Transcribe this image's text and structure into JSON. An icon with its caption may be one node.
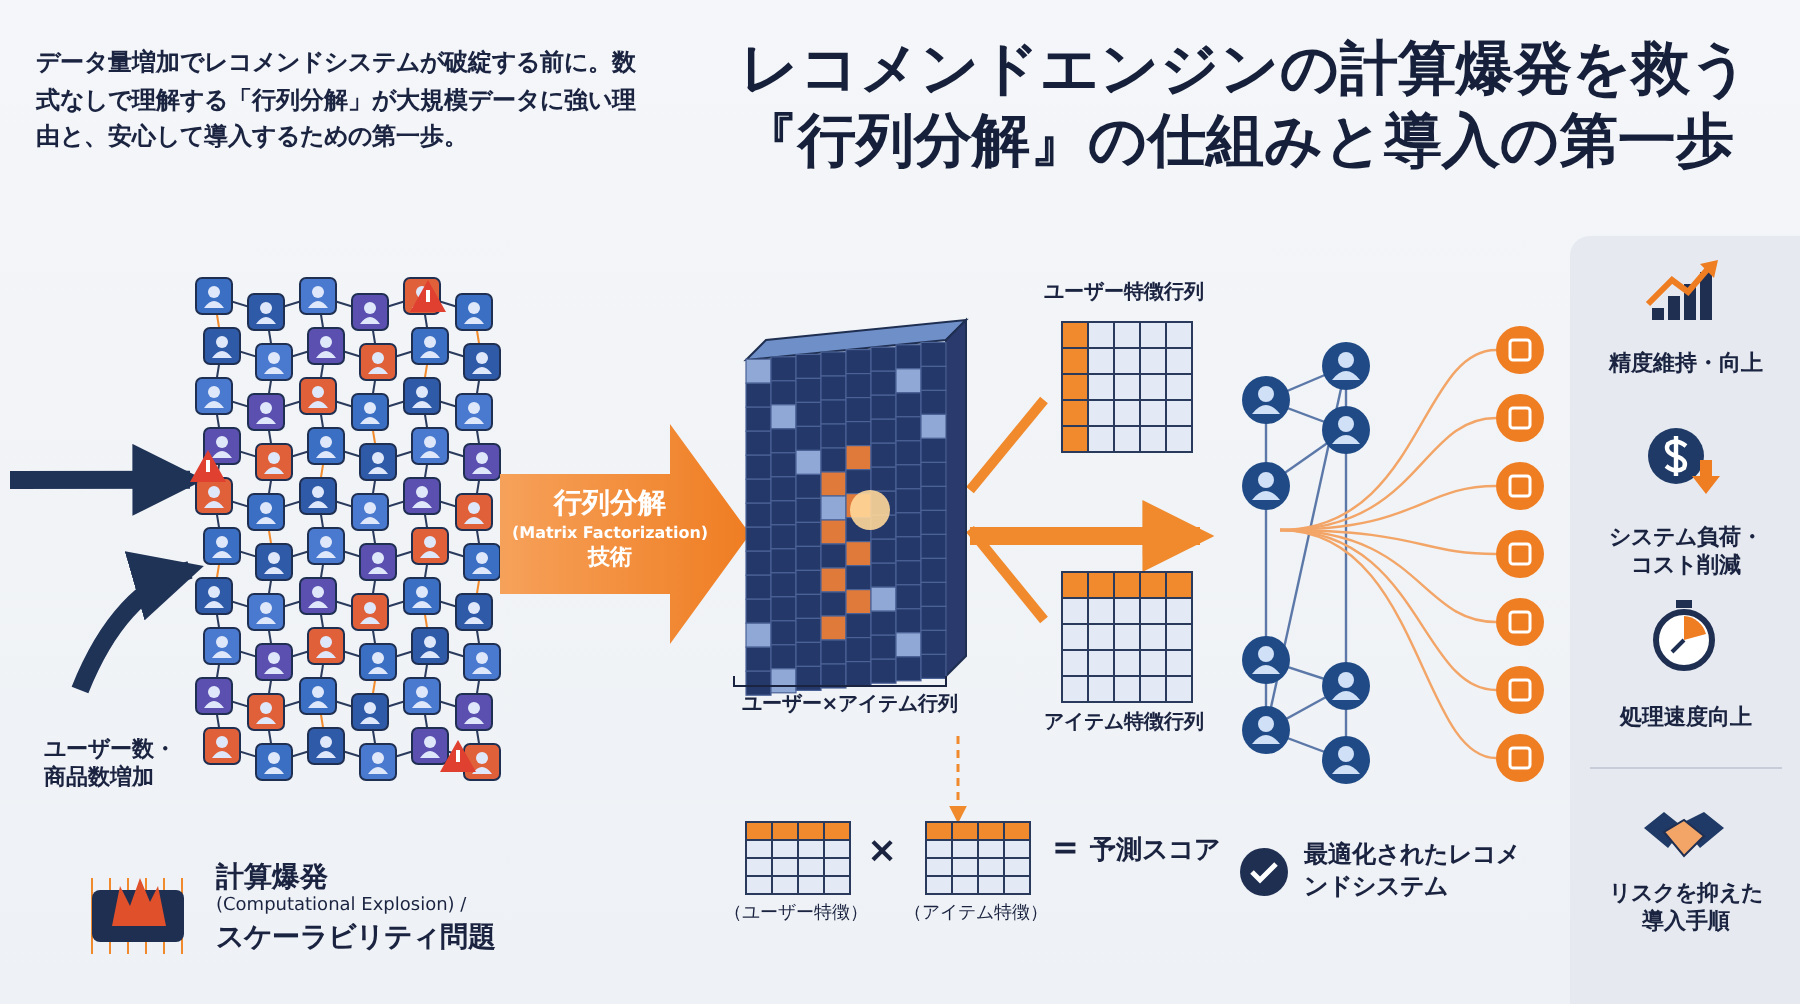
{
  "diagram": {
    "title": "レコメンドエンジンの計算爆発を救う『行列分解』の仕組みと導入の第一歩",
    "nodes": [
      {
        "text": [],
        "shape": "picture"
      },
      {
        "text": [
          "行列分解",
          "(Matrix Factorization)",
          "技術"
        ]
      },
      {
        "text": [
          "ユーザー×アイテム行列"
        ]
      },
      {
        "text": [
          "ユーザー特徴行列"
        ]
      },
      {
        "text": [
          "アイテム特徴行列"
        ]
      },
      {
        "text": [
          "（ユーザー特徴）"
        ]
      },
      {
        "text": [
          "（アイテム特徴）"
        ]
      },
      {
        "text": [],
        "shape": "picture"
      }
    ],
    "edges": [
      {
        "from": null,
        "to": 0,
        "arrow": "to",
        "style": "thick",
        "color": "#1f3357"
      },
      {
        "from": null,
        "to": 0,
        "arrow": "to",
        "style": "thick",
        "color": "#1f3357"
      },
      {
        "from": 2,
        "to": 3,
        "arrow": "none"
      },
      {
        "from": 2,
        "to": 4,
        "arrow": "none"
      },
      {
        "from": 2,
        "to": 7,
        "arrow": "to",
        "style": "thick"
      },
      {
        "from": 2,
        "to": 6,
        "arrow": "to",
        "style": "dashed"
      }
    ],
    "labels": [
      "データ量増加でレコメンドシステムが破綻する前に。数式なしで理解する「行列分解」が大規模データに強い理由と、安心して導入するための第一歩。",
      "ユーザー数・商品数増加",
      "計算爆発",
      "(Computational Explosion) /",
      "スケーラビリティ問題",
      "×",
      "=",
      "予測スコア",
      "最適化されたレコメンドシステム",
      "精度維持・向上",
      "システム負荷・コスト削減",
      "処理速度向上",
      "リスクを抑えた導入手順"
    ]
  }
}
